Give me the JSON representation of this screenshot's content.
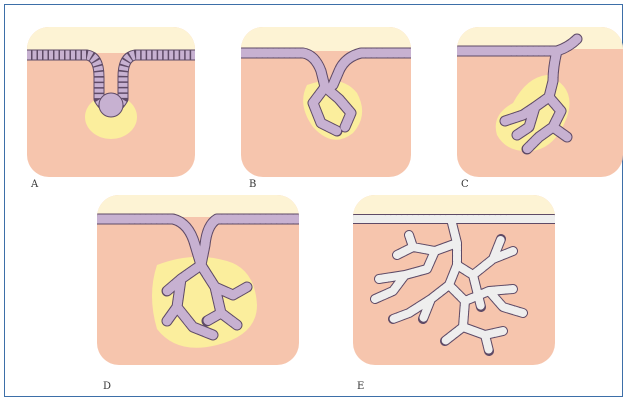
{
  "figure": {
    "colors": {
      "frame": "#3d6fa8",
      "dermis": "#f6c5ad",
      "lumen": "#fdf3d4",
      "mesenchyme": "#fbee9d",
      "cell_fill": "#c7b1d1",
      "cell_outline": "#5e4a66"
    },
    "panels": [
      {
        "id": "A",
        "label": "A"
      },
      {
        "id": "B",
        "label": "B"
      },
      {
        "id": "C",
        "label": "C"
      },
      {
        "id": "D",
        "label": "D"
      },
      {
        "id": "E",
        "label": "E"
      }
    ]
  }
}
